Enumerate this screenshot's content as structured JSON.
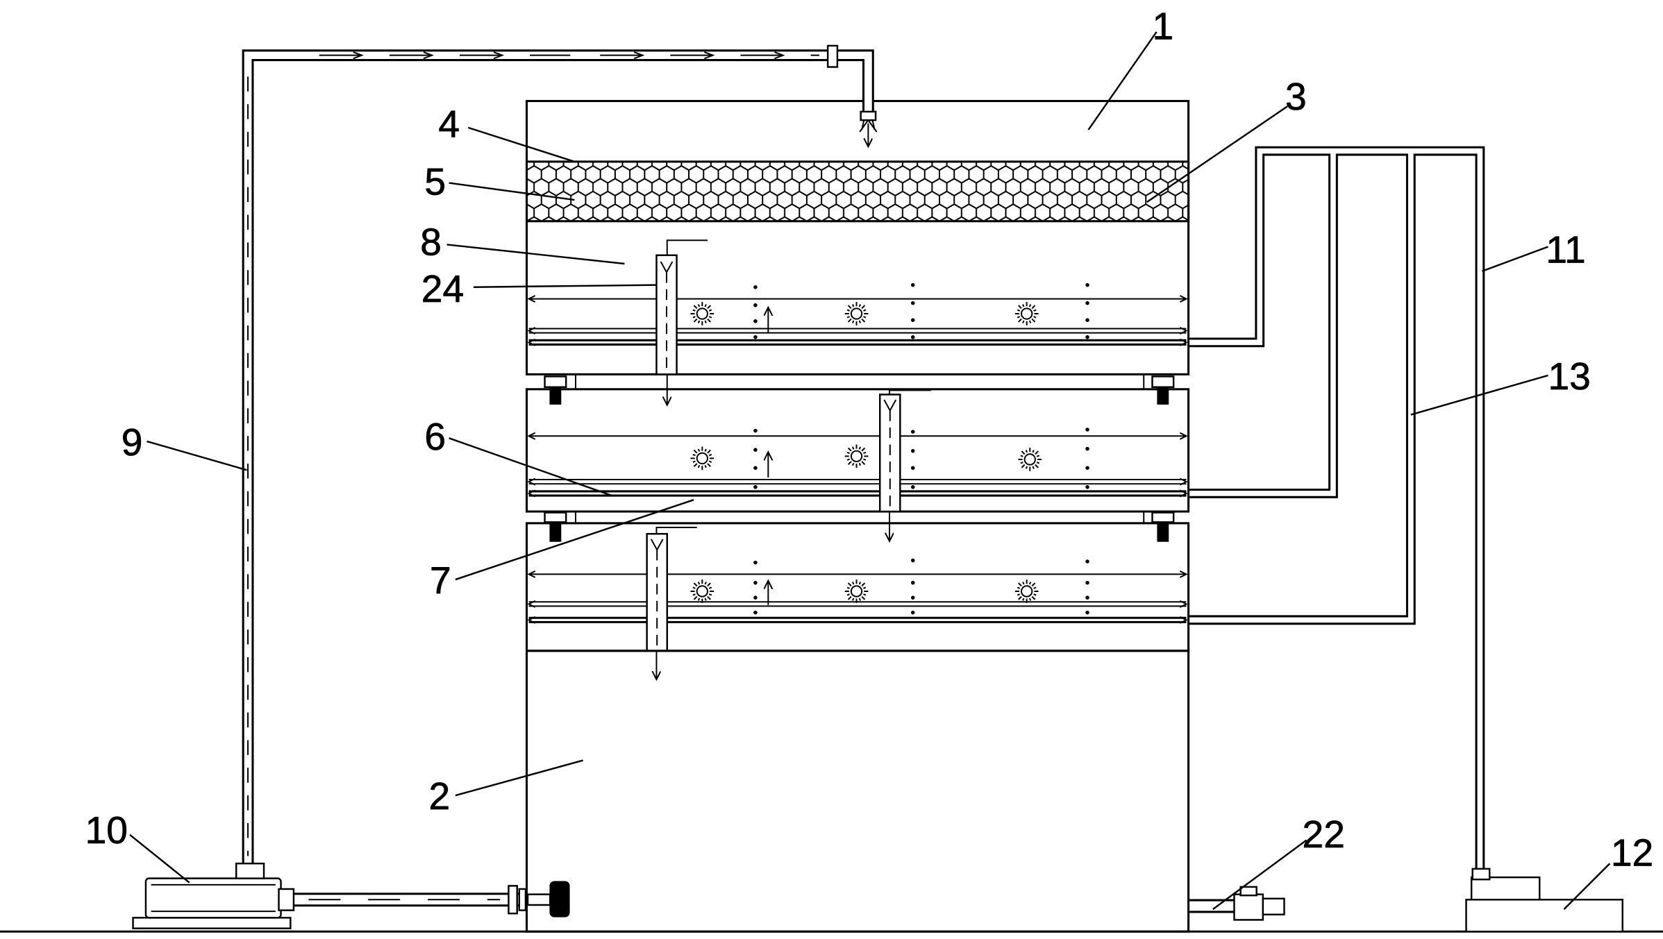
{
  "callouts": [
    "1",
    "2",
    "3",
    "4",
    "5",
    "6",
    "7",
    "8",
    "9",
    "10",
    "11",
    "12",
    "13",
    "22",
    "24"
  ],
  "colors": {
    "line": "#000000",
    "background": "#ffffff"
  },
  "icons": {
    "light_source": "sun-icon",
    "flow_direction": "arrow-icon"
  }
}
